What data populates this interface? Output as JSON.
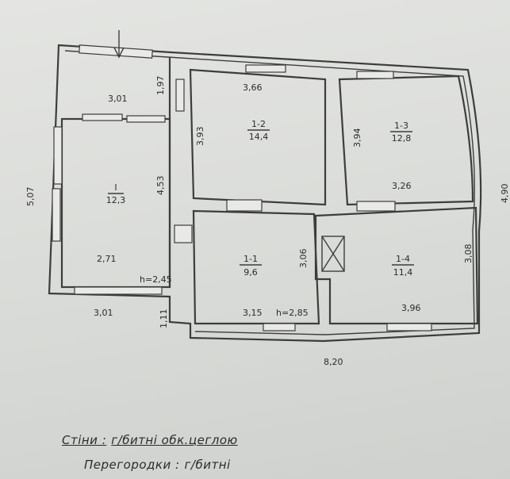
{
  "rooms": [
    {
      "id": "I",
      "label": "I",
      "area": "12,3"
    },
    {
      "id": "1-1",
      "label": "1-1",
      "area": "9,6"
    },
    {
      "id": "1-2",
      "label": "1-2",
      "area": "14,4"
    },
    {
      "id": "1-3",
      "label": "1-3",
      "area": "12,8"
    },
    {
      "id": "1-4",
      "label": "1-4",
      "area": "11,4"
    }
  ],
  "dimensions": {
    "veranda_top_width": "3,01",
    "veranda_top_depth": "1,97",
    "room_I_height": "4,53",
    "room_I_width": "2,71",
    "room_I_ceiling": "h=2,45",
    "bottom_left_width": "3,01",
    "left_total": "5,07",
    "step_depth": "1,11",
    "room_1_2_width": "3,66",
    "room_1_2_depth": "3,93",
    "room_1_3_depth": "3,94",
    "room_1_3_width": "3,26",
    "room_1_1_depth": "3,06",
    "room_1_1_width": "3,15",
    "room_1_1_ceiling": "h=2,85",
    "room_1_4_width": "3,96",
    "room_1_4_depth": "3,08",
    "total_width": "8,20",
    "right_total": "4,90"
  },
  "legend": {
    "walls_label": "Стіни  :",
    "walls_value": "г/битні обк.цеглою",
    "partitions_label": "Перегородки  :",
    "partitions_value": "г/битні"
  }
}
